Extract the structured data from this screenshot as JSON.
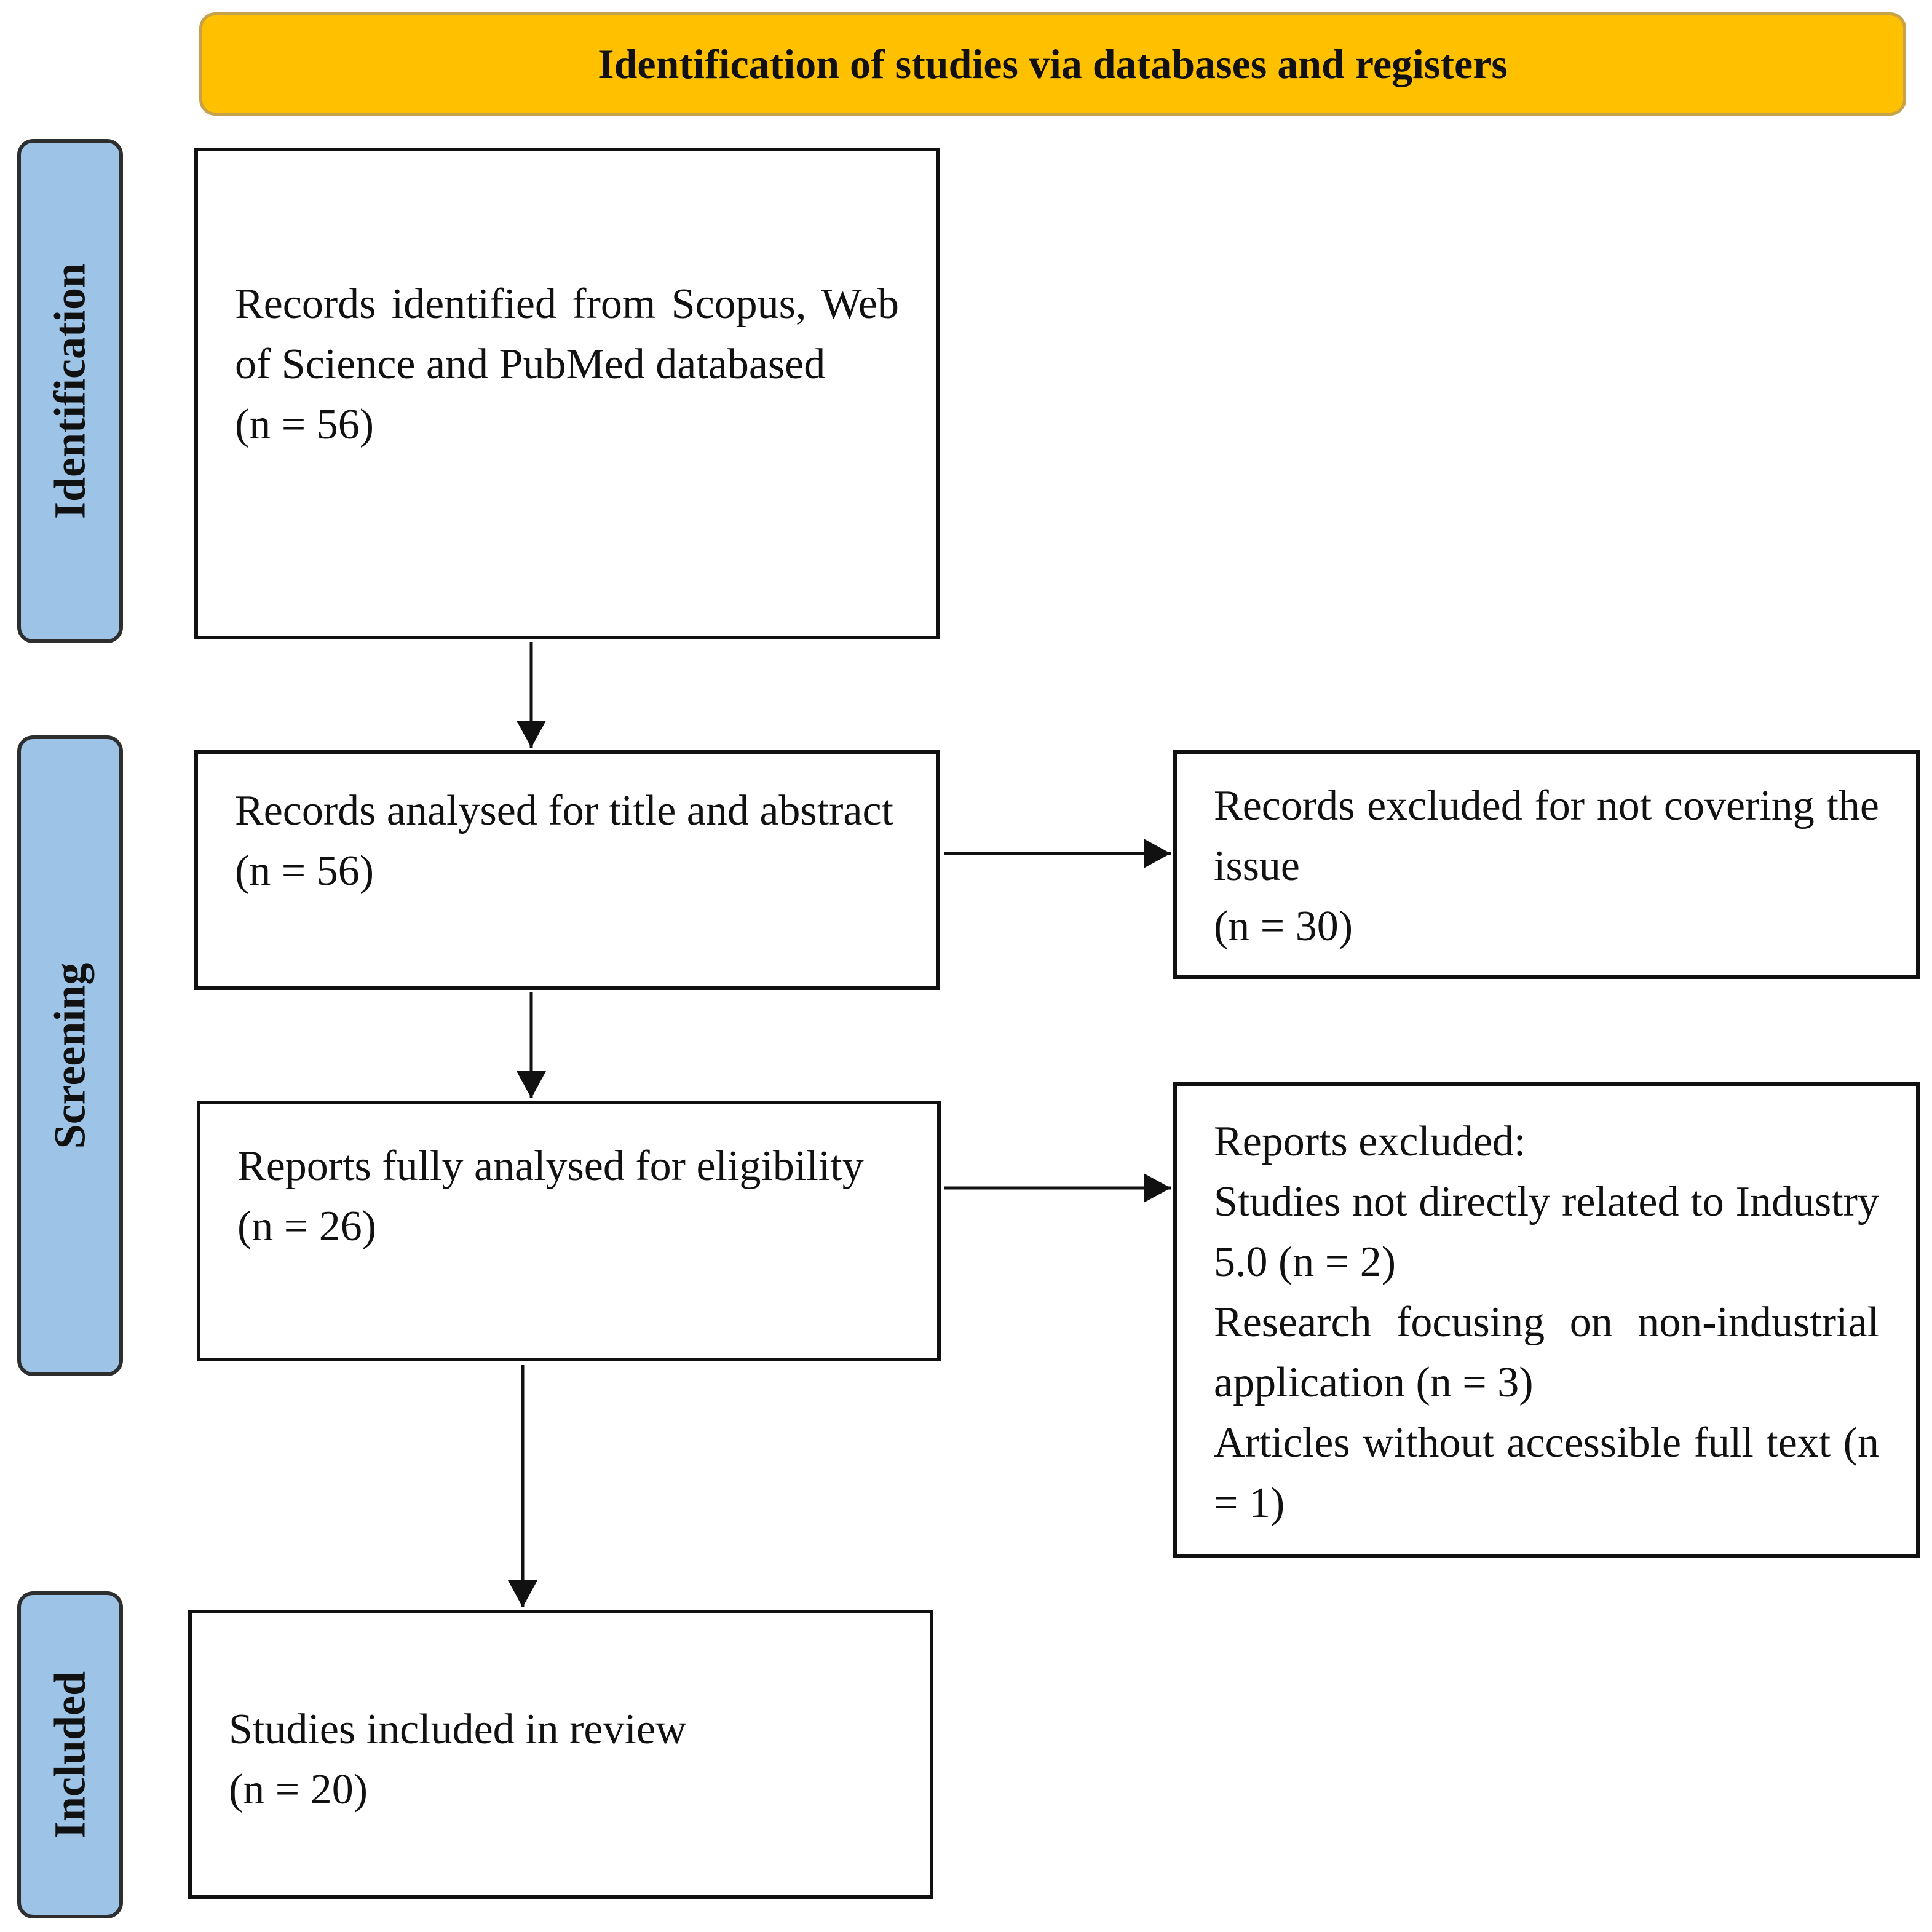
{
  "header": {
    "title": "Identification of studies via databases and registers"
  },
  "phases": {
    "identification": "Identification",
    "screening": "Screening",
    "included": "Included"
  },
  "boxes": {
    "identified": {
      "text": "Records identified from Scopus, Web of Science and PubMed databased",
      "count": "(n = 56)"
    },
    "screened": {
      "text": "Records analysed for title and abstract",
      "count": "(n = 56)"
    },
    "excluded_records": {
      "text": "Records excluded for not covering the issue",
      "count": "(n = 30)"
    },
    "eligibility": {
      "text": "Reports fully analysed for eligibility",
      "count": "(n = 26)"
    },
    "excluded_reports": {
      "title": "Reports excluded:",
      "reason_1": "Studies not directly related to Industry 5.0 (n = 2)",
      "reason_2": "Research focusing on non-industrial application (n = 3)",
      "reason_3": "Articles without accessible full text (n = 1)"
    },
    "included": {
      "text": "Studies included in review",
      "count": "(n = 20)"
    }
  },
  "colors": {
    "header_fill": "#ffc000",
    "phase_fill": "#9dc3e6",
    "stroke": "#111111"
  }
}
